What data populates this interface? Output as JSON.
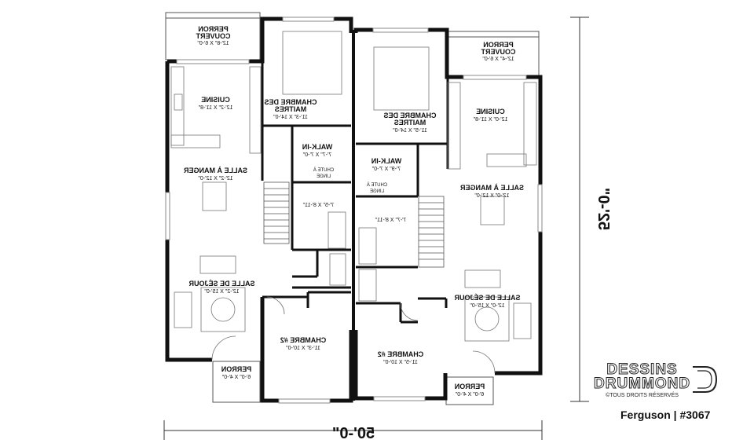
{
  "plan": {
    "width_label": "50'-0\"",
    "depth_label": "52'-0\"",
    "rooms": {
      "perron_couvert_left": {
        "name": "PERRON COUVERT",
        "l1": "PERRON",
        "l2": "COUVERT",
        "dim": "12'-8\" X 6'-0\""
      },
      "perron_couvert_right": {
        "name": "PERRON COUVERT",
        "l1": "PERRON",
        "l2": "COUVERT",
        "dim": "12'-4\" X 6'-0\""
      },
      "chambre_maitres_left": {
        "l1": "CHAMBRE DES",
        "l2": "MAITRES",
        "dim": "11'-3\" X 14'-0\""
      },
      "chambre_maitres_right": {
        "l1": "CHAMBRE DES",
        "l2": "MAITRES",
        "dim": "11'-5\" X 14'-0\""
      },
      "cuisine_left": {
        "name": "CUISINE",
        "dim": "12'-2\" X 11'-8\""
      },
      "cuisine_right": {
        "name": "CUISINE",
        "dim": "12'-0\" X 11'-8\""
      },
      "walkin_left": {
        "name": "WALK-IN",
        "dim": "7'-7\" X 7'-0\""
      },
      "walkin_right": {
        "name": "WALK-IN",
        "dim": "7'-9\" X 7'-0\""
      },
      "chute_left": {
        "l1": "CHUTE À",
        "l2": "LINGE"
      },
      "chute_right": {
        "l1": "CHUTE À",
        "l2": "LINGE"
      },
      "salle_manger_left": {
        "name": "SALLE À MANGER",
        "dim": "12'-2\" X 12'-0\""
      },
      "salle_manger_right": {
        "name": "SALLE À MANGER",
        "dim": "12'-0\" X 12'-0\""
      },
      "sdb_left": {
        "dim": "7'-5\" X 8'-11\""
      },
      "sdb_right": {
        "dim": "7'-7\" X 8'-11\""
      },
      "sejour_left": {
        "name": "SALLE DE SÉJOUR",
        "dim": "12'-2\" X 15'-0\""
      },
      "sejour_right": {
        "name": "SALLE DE SÉJOUR",
        "dim": "12'-0\" X 15'-0\""
      },
      "chambre2_left": {
        "name": "CHAMBRE #2",
        "dim": "11'-3\" X 10'-0\""
      },
      "chambre2_right": {
        "name": "CHAMBRE #2",
        "dim": "11'-5\" X 10'-0\""
      },
      "perron_left": {
        "name": "PERRON",
        "dim": "6'-0\" X 4'-0\""
      },
      "perron_right": {
        "name": "PERRON",
        "dim": "6'-0\" X 4'-0\""
      }
    }
  },
  "brand": {
    "line1": "DESSINS",
    "line2": "DRUMMOND",
    "rights": "©TOUS DROITS RÉSERVÉS",
    "caption": "Ferguson | #3067"
  }
}
